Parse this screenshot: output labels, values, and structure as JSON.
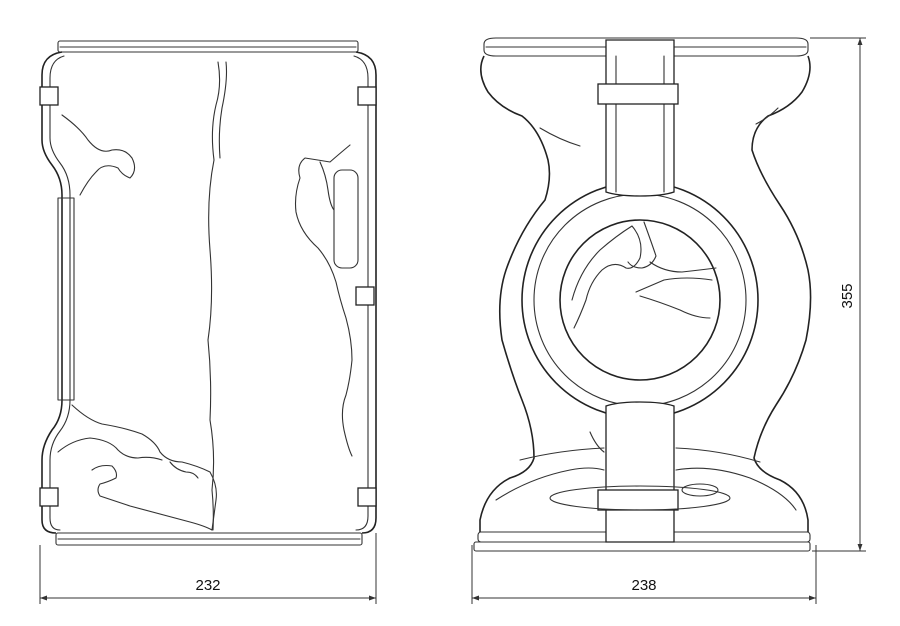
{
  "dimensions": {
    "left_width": "232",
    "right_width": "238",
    "right_height": "355"
  }
}
